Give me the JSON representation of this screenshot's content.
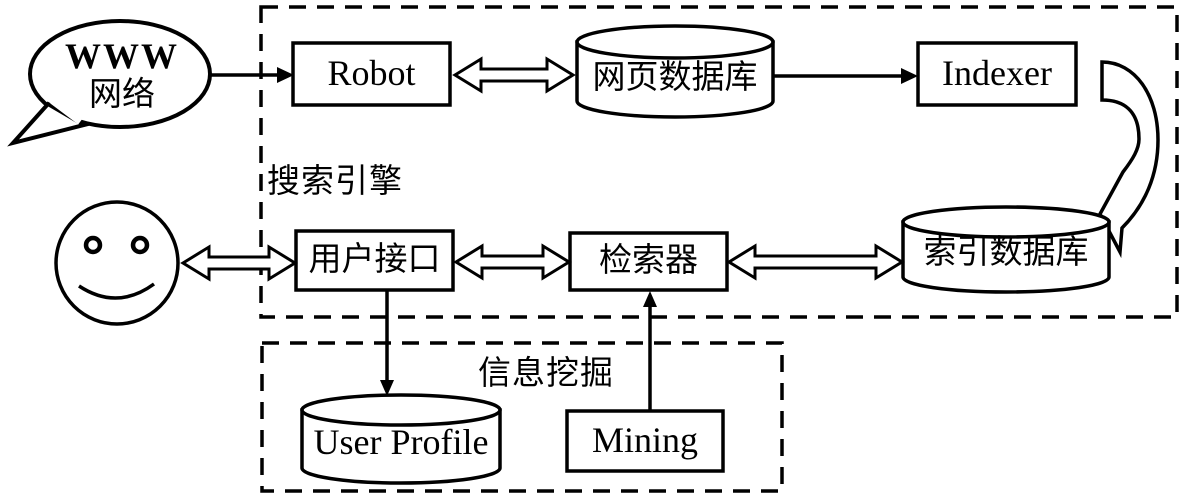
{
  "zones": {
    "search_engine": {
      "label": "搜索引擎"
    },
    "mining": {
      "label": "信息挖掘"
    }
  },
  "nodes": {
    "www": {
      "line1": "WWW",
      "line2": "网络"
    },
    "robot": {
      "label": "Robot"
    },
    "web_db": {
      "label": "网页数据库"
    },
    "indexer": {
      "label": "Indexer"
    },
    "user_interface": {
      "label": "用户接口"
    },
    "retriever": {
      "label": "检索器"
    },
    "index_db": {
      "label": "索引数据库"
    },
    "user_profile": {
      "label": "User Profile"
    },
    "mining": {
      "label": "Mining"
    }
  },
  "colors": {
    "ink": "#000000",
    "background": "#ffffff"
  }
}
